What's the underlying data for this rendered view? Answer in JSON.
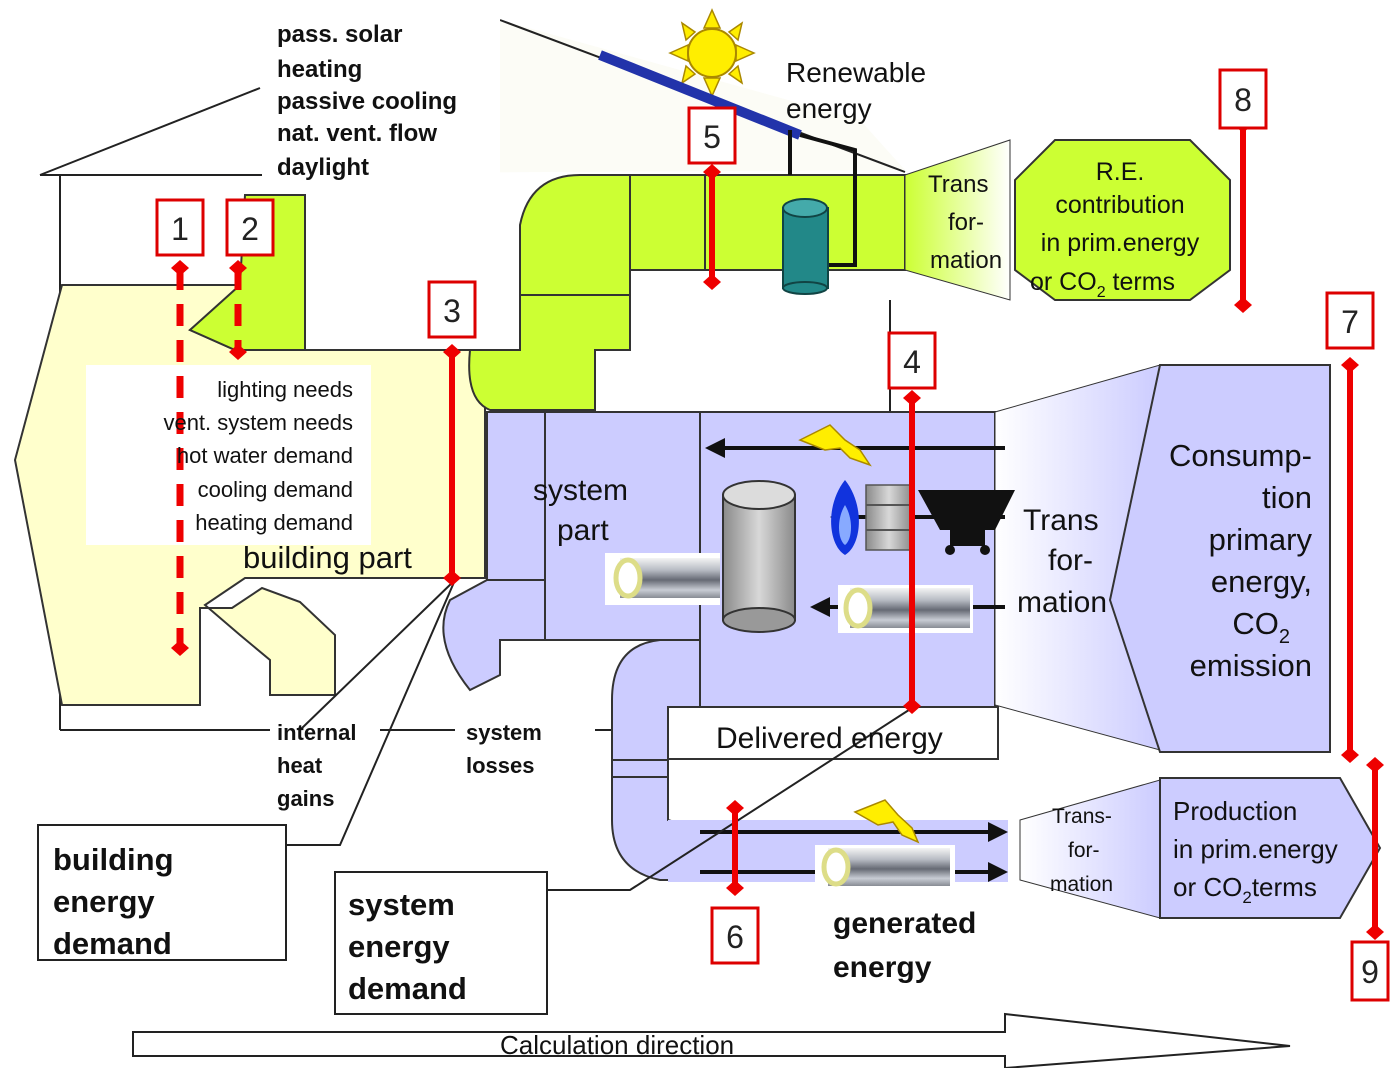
{
  "colors": {
    "building_fill": "#ffffcc",
    "system_fill": "#ccccff",
    "renewable_fill": "#ccff33",
    "marker_red": "#ee0000",
    "tank_teal": "#228888",
    "panel_blue": "#2233aa",
    "sun_yellow": "#ffee00"
  },
  "passive": {
    "line1": "pass. solar",
    "line2": "heating",
    "line3": "passive cooling",
    "line4": "nat. vent. flow",
    "line5": "daylight"
  },
  "renewable": {
    "line1": "Renewable",
    "line2": "energy"
  },
  "re_transform": {
    "line1": "Trans",
    "line2": "for-",
    "line3": "mation"
  },
  "re_contribution": {
    "line1": "R.E.",
    "line2": "contribution",
    "line3": "in prim.energy",
    "line4_pre": "or CO",
    "line4_sub": "2",
    "line4_post": " terms"
  },
  "needs": {
    "line1": "lighting needs",
    "line2": "vent. system needs",
    "line3": "hot water demand",
    "line4": "cooling demand",
    "line5": "heating demand"
  },
  "building_part": "building part",
  "system_part": {
    "line1": "system",
    "line2": "part"
  },
  "transform_main": {
    "line1": "Trans",
    "line2": "for-",
    "line3": "mation"
  },
  "consumption": {
    "line1": "Consump-",
    "line2": "tion",
    "line3": "primary",
    "line4": "energy,",
    "line5_pre": "CO",
    "line5_sub": "2",
    "line6": "emission"
  },
  "internal_gains": {
    "line1": "internal",
    "line2": "heat",
    "line3": "gains"
  },
  "system_losses": {
    "line1": "system",
    "line2": "losses"
  },
  "delivered_energy": "Delivered energy",
  "generated_energy": {
    "line1": "generated",
    "line2": "energy"
  },
  "transform_gen": {
    "line1": "Trans-",
    "line2": "for-",
    "line3": "mation"
  },
  "production": {
    "line1": "Production",
    "line2": "in prim.energy",
    "line3_pre": "or CO",
    "line3_sub": "2",
    "line3_post": "terms"
  },
  "building_energy_demand": {
    "line1": "building",
    "line2": "energy",
    "line3": "demand"
  },
  "system_energy_demand": {
    "line1": "system",
    "line2": "energy",
    "line3": "demand"
  },
  "calculation_direction": "Calculation direction",
  "markers": {
    "m1": "1",
    "m2": "2",
    "m3": "3",
    "m4": "4",
    "m5": "5",
    "m6": "6",
    "m7": "7",
    "m8": "8",
    "m9": "9"
  },
  "icons": [
    "sun-icon",
    "solar-panel-icon",
    "storage-tank-icon",
    "lightning-icon",
    "gas-flame-icon",
    "oil-barrel-icon",
    "coal-cart-icon",
    "boiler-icon",
    "pipe-icon"
  ]
}
